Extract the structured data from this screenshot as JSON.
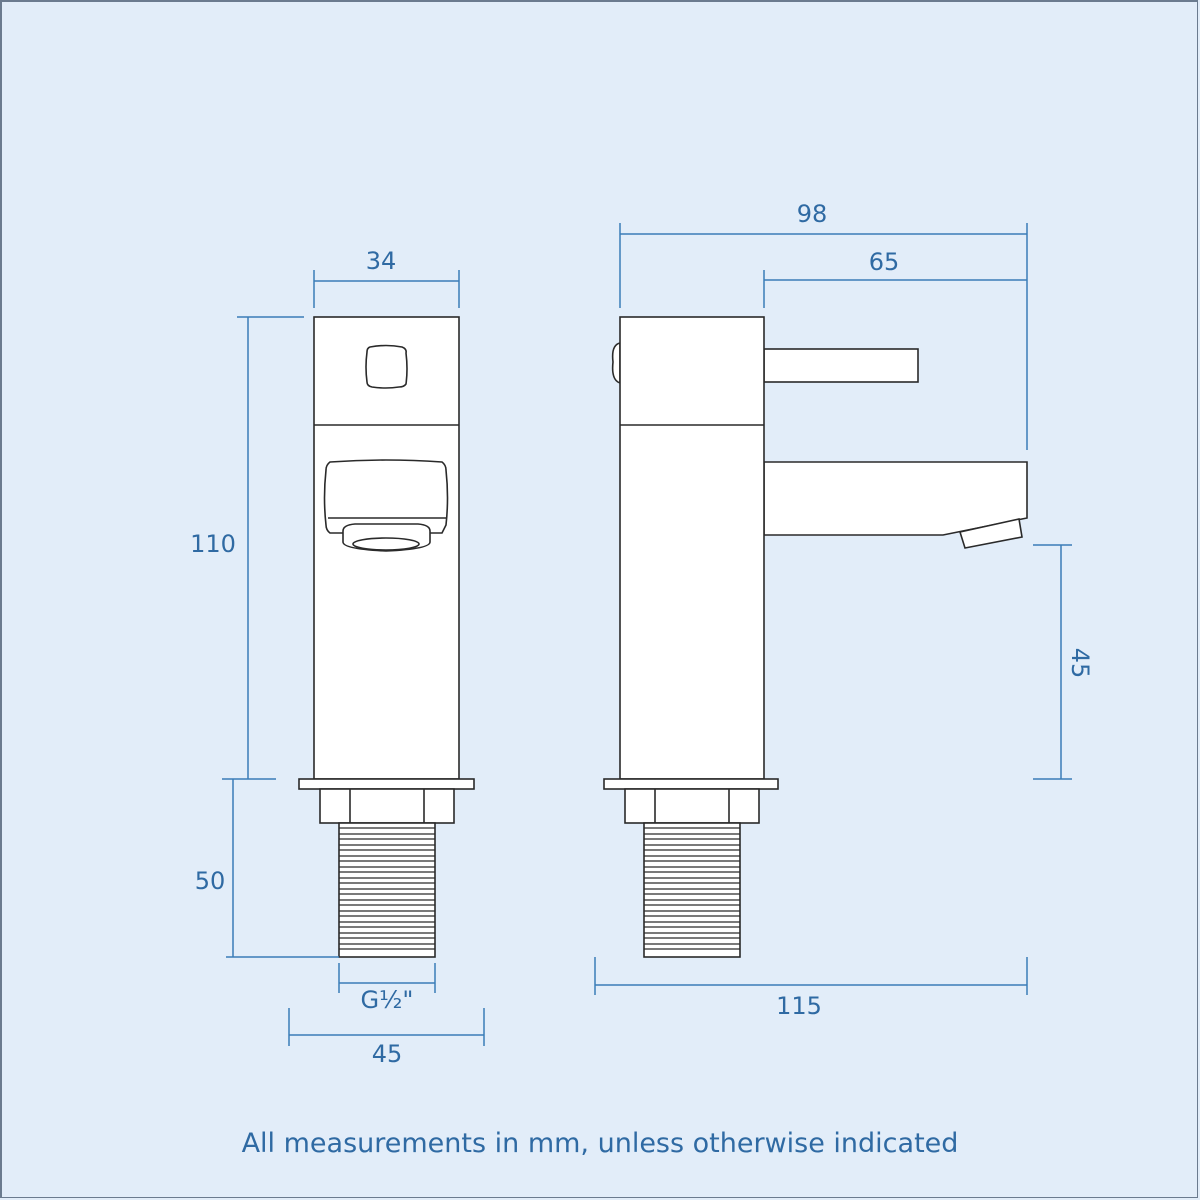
{
  "footer_note": "All measurements in mm, unless otherwise indicated",
  "colors": {
    "background": "#e2edf9",
    "dimension": "#3a7db8",
    "outline": "#2a2a2a",
    "fill": "#ffffff"
  },
  "front_view": {
    "dimensions": {
      "body_width": "34",
      "body_height": "110",
      "shank_length": "50",
      "thread_size": "G½\"",
      "base_width": "45"
    }
  },
  "side_view": {
    "dimensions": {
      "overall_depth": "98",
      "spout_projection": "65",
      "spout_height": "45",
      "base_depth": "115"
    }
  }
}
